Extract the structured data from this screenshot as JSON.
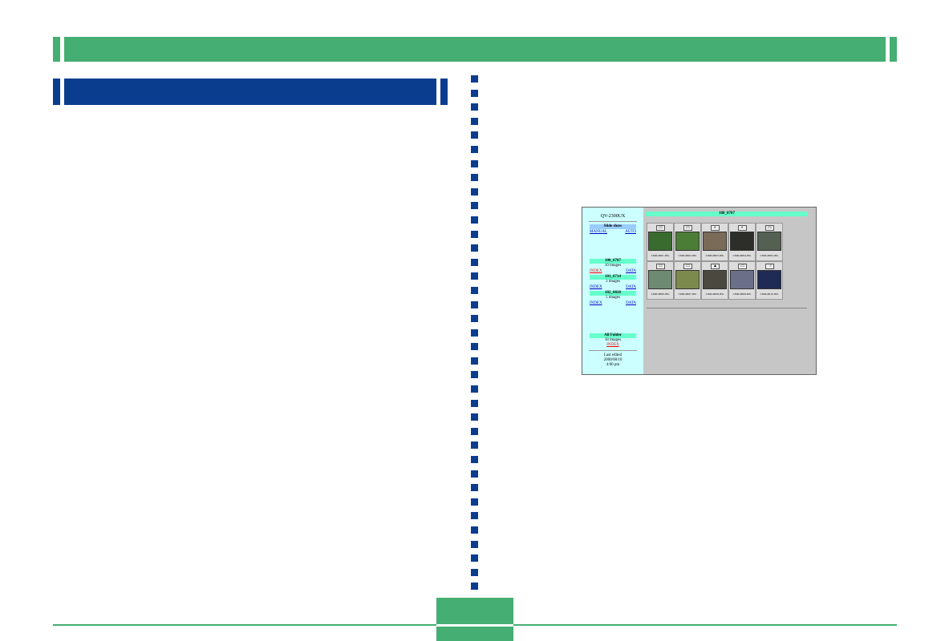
{
  "screenshot": {
    "sidebar": {
      "model": "QV-2300UX",
      "slide_show": "Slide show",
      "manual": "MANUAL",
      "auto": "AUTO",
      "folders": [
        {
          "name": "100_0707",
          "count": "10 images",
          "index": "INDEX",
          "data": "DATA"
        },
        {
          "name": "101_0714",
          "count": "3 images",
          "index": "INDEX",
          "data": "DATA"
        },
        {
          "name": "102_0820",
          "count": "5 images",
          "index": "INDEX",
          "data": "DATA"
        }
      ],
      "all_folder": "All Folder",
      "all_count": "18 images",
      "all_index": "INDEX",
      "last_edited_label": "Last edited",
      "last_edited_date": "2000/08/10",
      "last_edited_time": "4:00 pm"
    },
    "main": {
      "folder_title": "100_0707",
      "files": [
        "CIMG0001.JPG",
        "CIMG0002.JPG",
        "CIMG0003.JPG",
        "CIMG0004.JPG",
        "CIMG0005.JPG",
        "CIMG0006.JPG",
        "CIMG0007.JPG",
        "CIMG0008.JPG",
        "CIMG0009.JPG",
        "CIMG0010.JPG"
      ],
      "thumb_colors": [
        "#3a6b2e",
        "#4c7d36",
        "#7a6a58",
        "#2d2d2a",
        "#546052",
        "#6f8a72",
        "#7d8a4e",
        "#4b4840",
        "#6b6f88",
        "#1f2a55"
      ],
      "icons": [
        "▭",
        "▭",
        "◐",
        "◐",
        "▭",
        "▭",
        "▭",
        "▲",
        "▭",
        "☽"
      ]
    }
  },
  "page_number": ""
}
